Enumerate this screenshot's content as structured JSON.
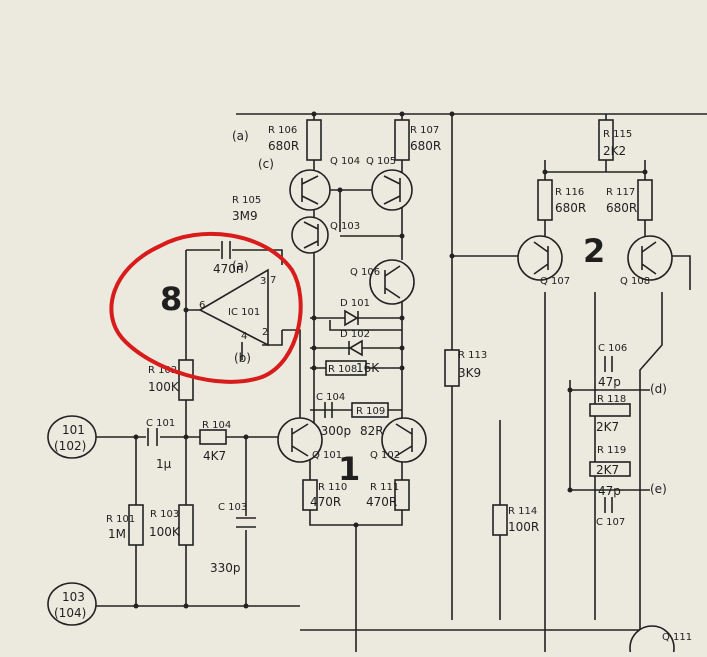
{
  "colors": {
    "paper": "#ece9df",
    "ink": "#222222",
    "highlight": "#d81c1c"
  },
  "nodes": {
    "n101": "101",
    "n102": "(102)",
    "n103": "103",
    "n104": "(104)",
    "a": "(a)",
    "c": "(c)",
    "d": "(d)",
    "e": "(e)",
    "ic_a": "(a)",
    "ic_b": "(b)"
  },
  "blocks": {
    "b1": "1",
    "b2": "2",
    "b8": "8"
  },
  "ic": {
    "ref": "IC 101",
    "pin2": "2",
    "pin3": "3",
    "pin4": "4",
    "pin6": "6",
    "pin7": "7"
  },
  "resistors": {
    "r106": {
      "ref": "R 106",
      "value": "680R"
    },
    "r107": {
      "ref": "R 107",
      "value": "680R"
    },
    "r105": {
      "ref": "R 105",
      "value": "3M9"
    },
    "r115": {
      "ref": "R 115",
      "value": "2K2"
    },
    "r116": {
      "ref": "R 116",
      "value": "680R"
    },
    "r117": {
      "ref": "R 117",
      "value": "680R"
    },
    "r108": {
      "ref": "R 108",
      "value": "16K"
    },
    "r109": {
      "ref": "R 109",
      "value": "82R"
    },
    "r113": {
      "ref": "R 113",
      "value": "3K9"
    },
    "r102": {
      "ref": "R 102",
      "value": "100K"
    },
    "r104": {
      "ref": "R 104",
      "value": "4K7"
    },
    "r110": {
      "ref": "R 110",
      "value": "470R"
    },
    "r111": {
      "ref": "R 111",
      "value": "470R"
    },
    "r118": {
      "ref": "R 118",
      "value": "2K7"
    },
    "r119": {
      "ref": "R 119",
      "value": "2K7"
    },
    "r101": {
      "ref": "R 101",
      "value": "1M"
    },
    "r103": {
      "ref": "R 103",
      "value": "100K"
    },
    "r114": {
      "ref": "R 114",
      "value": "100R"
    }
  },
  "capacitors": {
    "c_fb": {
      "ref": "",
      "value": "470n"
    },
    "c101": {
      "ref": "C 101",
      "value": "1µ"
    },
    "c103": {
      "ref": "C 103",
      "value": "330p"
    },
    "c104": {
      "ref": "C 104",
      "value": "3300p"
    },
    "c106": {
      "ref": "C 106",
      "value": "47p"
    },
    "c107": {
      "ref": "C 107",
      "value": "47p"
    }
  },
  "transistors": {
    "q104": "Q 104",
    "q105": "Q 105",
    "q103": "Q 103",
    "q106": "Q 106",
    "q101": "Q 101",
    "q102": "Q 102",
    "q107": "Q 107",
    "q108": "Q 108",
    "q111": "Q 111"
  },
  "diodes": {
    "d101": "D 101",
    "d102": "D 102"
  }
}
